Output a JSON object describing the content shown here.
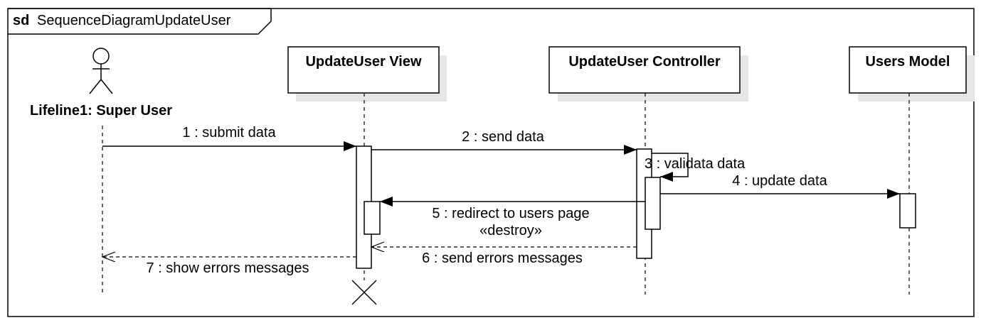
{
  "frame": {
    "keyword": "sd",
    "name": "SequenceDiagramUpdateUser"
  },
  "participants": [
    {
      "id": "super-user",
      "kind": "actor",
      "label": "Lifeline1: Super User"
    },
    {
      "id": "view",
      "kind": "box",
      "label": "UpdateUser View"
    },
    {
      "id": "controller",
      "kind": "box",
      "label": "UpdateUser Controller"
    },
    {
      "id": "model",
      "kind": "box",
      "label": "Users Model"
    }
  ],
  "messages": [
    {
      "id": "m1",
      "label": "1 : submit data",
      "from": "super-user",
      "to": "view",
      "style": "sync"
    },
    {
      "id": "m2",
      "label": "2 : send data",
      "from": "view",
      "to": "controller",
      "style": "sync"
    },
    {
      "id": "m3",
      "label": "3 : validata data",
      "from": "controller",
      "to": "controller",
      "style": "self"
    },
    {
      "id": "m4",
      "label": "4 : update data",
      "from": "controller",
      "to": "model",
      "style": "sync"
    },
    {
      "id": "m5",
      "label": "5 : redirect to users page",
      "stereotype": "«destroy»",
      "from": "controller",
      "to": "view",
      "style": "sync"
    },
    {
      "id": "m6",
      "label": "6 : send errors messages",
      "from": "controller",
      "to": "view",
      "style": "reply"
    },
    {
      "id": "m7",
      "label": "7 : show errors messages",
      "from": "view",
      "to": "super-user",
      "style": "reply"
    }
  ],
  "colors": {
    "line": "#000000",
    "shadow": "#e6e6e6",
    "fill": "#ffffff"
  }
}
